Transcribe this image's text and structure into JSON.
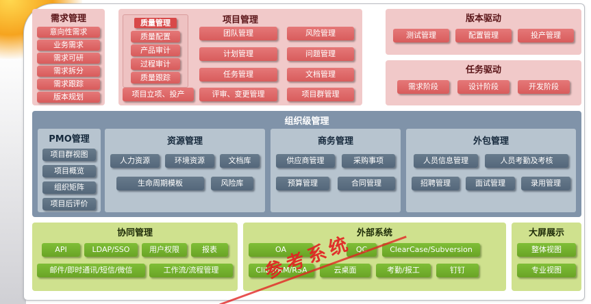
{
  "watermark": {
    "text": "参考系统"
  },
  "palette": {
    "pink_panel": "#f1c9c9",
    "pink_block": "#dd6565",
    "quality_badge": "#d84848",
    "org_panel": "#8093a9",
    "gray_panel": "#b7c4cf",
    "gray_block": "#5d7080",
    "green_panel": "#cfe18e",
    "green_block": "#72b22c",
    "corner_accent": "#f6a41f",
    "watermark_red": "#e22222"
  },
  "sections": {
    "requirements": {
      "title": "需求管理",
      "items": [
        "意向性需求",
        "业务需求",
        "需求可研",
        "需求拆分",
        "需求跟踪",
        "版本规划"
      ]
    },
    "quality": {
      "title": "质量管理",
      "items": [
        "质量配置",
        "产品审计",
        "过程审计",
        "质量跟踪"
      ]
    },
    "project": {
      "title": "项目管理",
      "col1": [
        "团队管理",
        "计划管理",
        "任务管理"
      ],
      "col2": [
        "风险管理",
        "问题管理",
        "文档管理"
      ],
      "bottom": [
        "项目立项、投产",
        "评审、变更管理",
        "项目群管理"
      ]
    },
    "version_driven": {
      "title": "版本驱动",
      "items": [
        "测试管理",
        "配置管理",
        "投产管理"
      ]
    },
    "task_driven": {
      "title": "任务驱动",
      "items": [
        "需求阶段",
        "设计阶段",
        "开发阶段"
      ]
    },
    "organization": {
      "title": "组织级管理",
      "pmo": {
        "title": "PMO管理",
        "items": [
          "项目群视图",
          "项目概览",
          "组织矩阵",
          "项目后评价"
        ]
      },
      "resource": {
        "title": "资源管理",
        "row1": [
          "人力资源",
          "环境资源",
          "文档库"
        ],
        "row2": [
          "生命周期模板",
          "风险库"
        ]
      },
      "business": {
        "title": "商务管理",
        "row1": [
          "供应商管理",
          "采购事项"
        ],
        "row2": [
          "预算管理",
          "合同管理"
        ]
      },
      "outsourcing": {
        "title": "外包管理",
        "row1": [
          "人员信息管理",
          "人员考勤及考核"
        ],
        "row2": [
          "招聘管理",
          "面试管理",
          "录用管理"
        ]
      }
    },
    "collaboration": {
      "title": "协同管理",
      "row1": [
        "API",
        "LDAP/SSO",
        "用户权限",
        "报表"
      ],
      "row2": [
        "邮件/即时通讯/短信/微信",
        "工作流/流程管理"
      ]
    },
    "external": {
      "title": "外部系统",
      "row1": [
        "OA",
        "QC",
        "ClearCase/Subversion"
      ],
      "row2": [
        "CliberRM/RSA",
        "云桌面",
        "考勤/报工",
        "钉钉"
      ]
    },
    "display": {
      "title": "大屏展示",
      "items": [
        "整体视图",
        "专业视图"
      ]
    }
  }
}
